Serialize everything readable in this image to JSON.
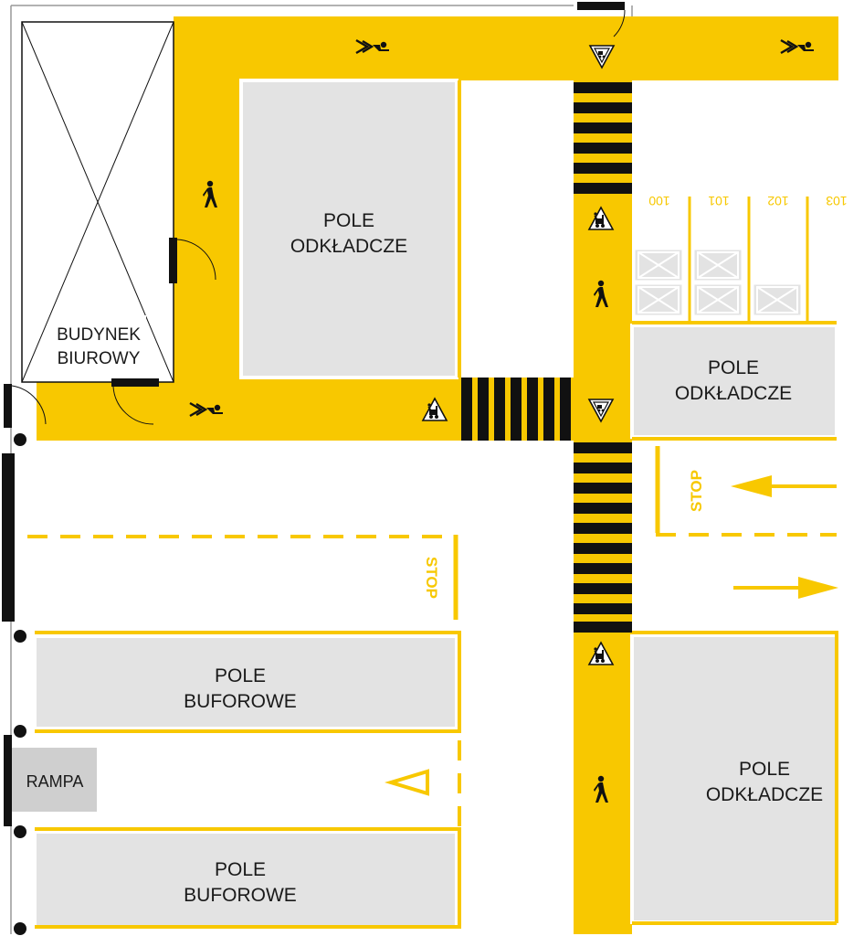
{
  "colors": {
    "path_yellow": "#f8c800",
    "field_gray": "#e3e3e3",
    "ramp_gray": "#cfcfcf",
    "wall_black": "#111111",
    "stripe_black": "#111111"
  },
  "building": {
    "line1": "BUDYNEK",
    "line2": "BIUROWY"
  },
  "storage_fields": [
    {
      "line1": "POLE",
      "line2": "ODKŁADCZE"
    },
    {
      "line1": "POLE",
      "line2": "ODKŁADCZE"
    },
    {
      "line1": "POLE",
      "line2": "ODKŁADCZE"
    }
  ],
  "buffer_fields": [
    {
      "line1": "POLE",
      "line2": "BUFOROWE"
    },
    {
      "line1": "POLE",
      "line2": "BUFOROWE"
    }
  ],
  "ramp": {
    "label": "RAMPA"
  },
  "stop_labels": [
    "STOP",
    "STOP"
  ],
  "rack_numbers": [
    "100",
    "101",
    "102",
    "103"
  ],
  "icons": {
    "pedestrian": "pedestrian-walking-icon",
    "pedestrian_arrow": "pedestrian-direction-icon",
    "forklift_warning": "forklift-warning-icon",
    "yield": "yield-triangle-icon",
    "traffic_arrow": "traffic-direction-arrow-icon",
    "pallet": "pallet-crate-icon"
  }
}
